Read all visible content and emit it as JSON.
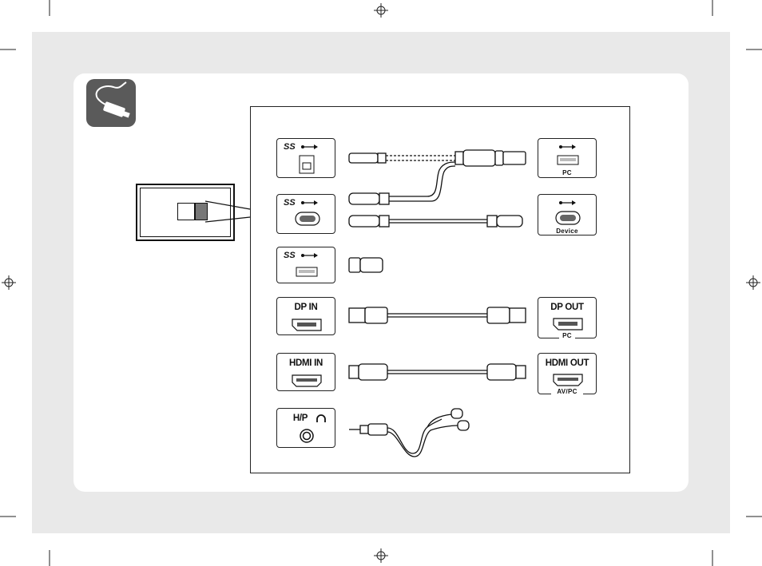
{
  "ports": {
    "usb_b": {
      "logo": "SS"
    },
    "usb_c": {
      "logo": "SS"
    },
    "usb_a": {
      "logo": "SS"
    },
    "dp_in": {
      "label": "DP IN"
    },
    "hdmi_in": {
      "label": "HDMI IN"
    },
    "hp": {
      "label": "H/P"
    }
  },
  "devices": {
    "pc_usb": {
      "caption": "PC"
    },
    "device_usb": {
      "caption": "Device"
    },
    "dp_out": {
      "label": "DP OUT",
      "caption": "PC"
    },
    "hdmi_out": {
      "label": "HDMI OUT",
      "caption": "AV/PC"
    }
  },
  "icons": {
    "corner": "cable-connection-icon",
    "usb": "usb-trident-icon",
    "headphone": "headphone-icon",
    "registration": "crosshair-registration-mark"
  },
  "colors": {
    "page": "#e9e9e9",
    "card": "#ffffff",
    "line": "#222222",
    "icon_bg": "#5a5a5a"
  }
}
